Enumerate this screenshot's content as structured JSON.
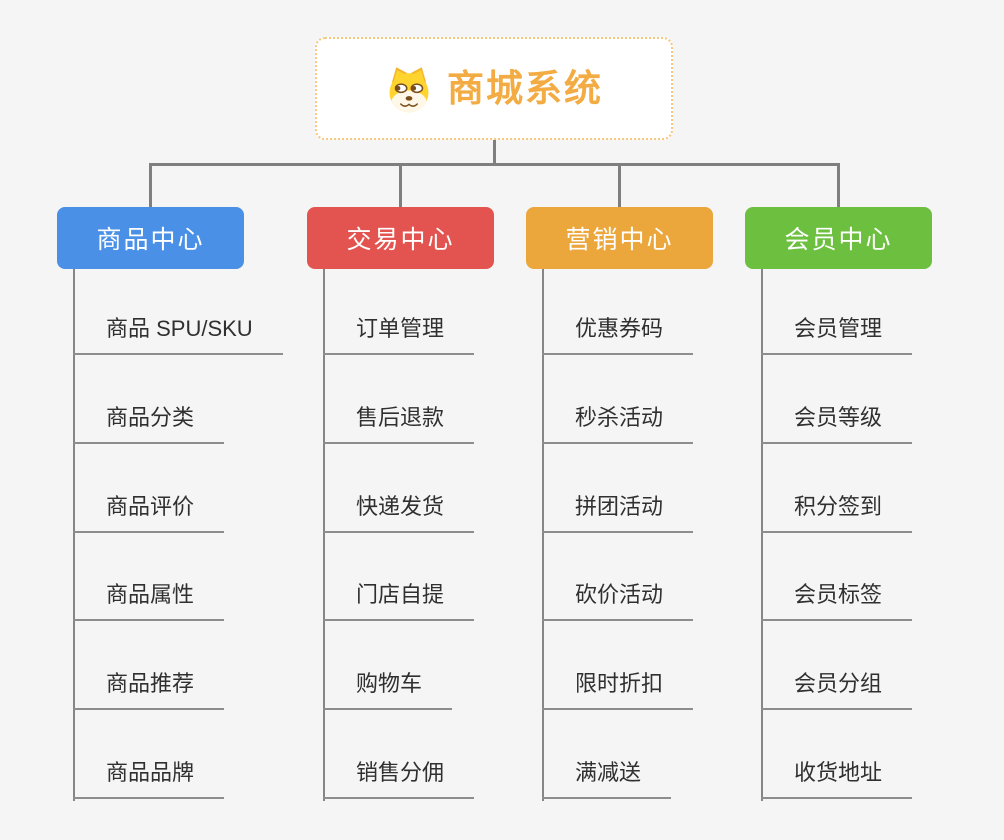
{
  "colors": {
    "background": "#f5f5f6",
    "connector": "#7f7f7f",
    "child_underline": "#8d8d8d",
    "child_text": "#303030",
    "root_border": "#f6c77d",
    "root_text": "#f3ac44",
    "branch_text": "#ffffff"
  },
  "root": {
    "label": "商城系统",
    "icon": "doge-icon"
  },
  "branches": [
    {
      "label": "商品中心",
      "color": "#4a90e6",
      "children": [
        "商品 SPU/SKU",
        "商品分类",
        "商品评价",
        "商品属性",
        "商品推荐",
        "商品品牌"
      ]
    },
    {
      "label": "交易中心",
      "color": "#e35450",
      "children": [
        "订单管理",
        "售后退款",
        "快递发货",
        "门店自提",
        "购物车",
        "销售分佣"
      ]
    },
    {
      "label": "营销中心",
      "color": "#eba63c",
      "children": [
        "优惠券码",
        "秒杀活动",
        "拼团活动",
        "砍价活动",
        "限时折扣",
        "满减送"
      ]
    },
    {
      "label": "会员中心",
      "color": "#6cbf3f",
      "children": [
        "会员管理",
        "会员等级",
        "积分签到",
        "会员标签",
        "会员分组",
        "收货地址"
      ]
    }
  ]
}
